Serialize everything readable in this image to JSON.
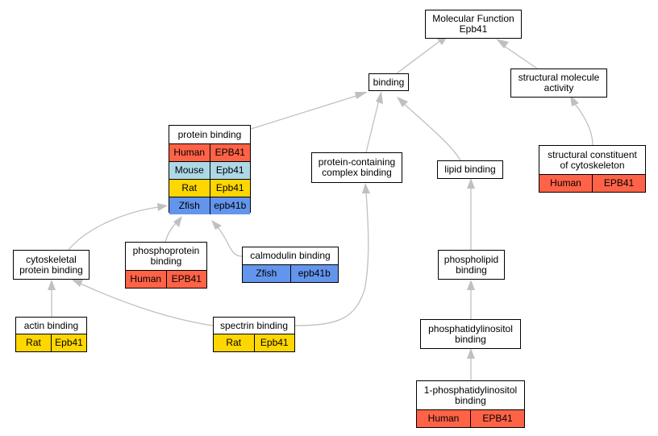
{
  "nodes": {
    "mf": {
      "label": "Molecular Function\nEpb41",
      "rows": []
    },
    "bind": {
      "label": "binding",
      "rows": []
    },
    "sma": {
      "label": "structural molecule\nactivity",
      "rows": []
    },
    "pb": {
      "label": "protein binding",
      "rows": [
        {
          "species": "Human",
          "gene": "EPB41",
          "color": "#ff6347"
        },
        {
          "species": "Mouse",
          "gene": "Epb41",
          "color": "#add8e6"
        },
        {
          "species": "Rat",
          "gene": "Epb41",
          "color": "#ffd700"
        },
        {
          "species": "Zfish",
          "gene": "epb41b",
          "color": "#6495ed"
        }
      ]
    },
    "pccb": {
      "label": "protein-containing\ncomplex binding",
      "rows": []
    },
    "lb": {
      "label": "lipid binding",
      "rows": []
    },
    "scc": {
      "label": "structural constituent\nof cytoskeleton",
      "rows": [
        {
          "species": "Human",
          "gene": "EPB41",
          "color": "#ff6347"
        }
      ]
    },
    "cpb": {
      "label": "cytoskeletal\nprotein binding",
      "rows": []
    },
    "ppb": {
      "label": "phosphoprotein\nbinding",
      "rows": [
        {
          "species": "Human",
          "gene": "EPB41",
          "color": "#ff6347"
        }
      ]
    },
    "cb": {
      "label": "calmodulin binding",
      "rows": [
        {
          "species": "Zfish",
          "gene": "epb41b",
          "color": "#6495ed"
        }
      ]
    },
    "plb": {
      "label": "phospholipid\nbinding",
      "rows": []
    },
    "ab": {
      "label": "actin binding",
      "rows": [
        {
          "species": "Rat",
          "gene": "Epb41",
          "color": "#ffd700"
        }
      ]
    },
    "sb": {
      "label": "spectrin binding",
      "rows": [
        {
          "species": "Rat",
          "gene": "Epb41",
          "color": "#ffd700"
        }
      ]
    },
    "pib": {
      "label": "phosphatidylinositol\nbinding",
      "rows": []
    },
    "pi1b": {
      "label": "1-phosphatidylinositol\nbinding",
      "rows": [
        {
          "species": "Human",
          "gene": "EPB41",
          "color": "#ff6347"
        }
      ]
    }
  },
  "edges": [
    {
      "from": "bind",
      "to": "mf"
    },
    {
      "from": "sma",
      "to": "mf"
    },
    {
      "from": "pb",
      "to": "bind"
    },
    {
      "from": "pccb",
      "to": "bind"
    },
    {
      "from": "lb",
      "to": "bind"
    },
    {
      "from": "scc",
      "to": "sma"
    },
    {
      "from": "cpb",
      "to": "pb"
    },
    {
      "from": "ppb",
      "to": "pb"
    },
    {
      "from": "cb",
      "to": "pb"
    },
    {
      "from": "plb",
      "to": "lb"
    },
    {
      "from": "ab",
      "to": "cpb"
    },
    {
      "from": "sb",
      "to": "cpb"
    },
    {
      "from": "sb",
      "to": "pccb"
    },
    {
      "from": "pib",
      "to": "plb"
    },
    {
      "from": "pi1b",
      "to": "pib"
    }
  ],
  "colors": {
    "edge": "#c0c0c0",
    "human": "#ff6347",
    "mouse": "#add8e6",
    "rat": "#ffd700",
    "zfish": "#6495ed"
  }
}
